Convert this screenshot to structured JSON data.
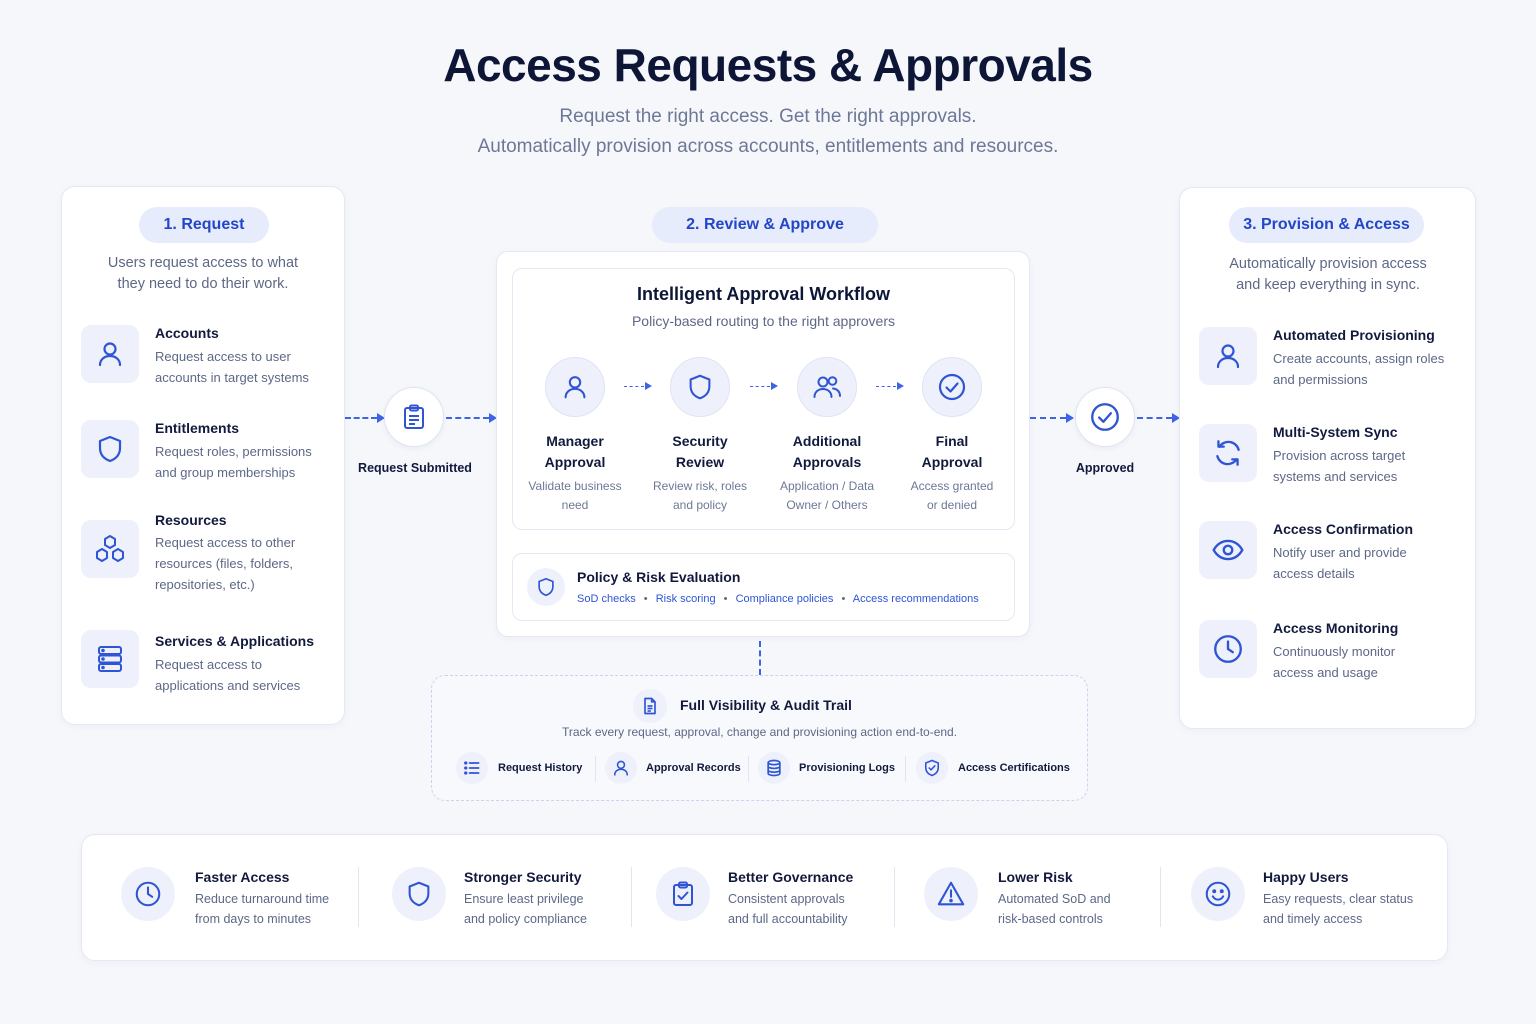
{
  "header": {
    "title": "Access Requests & Approvals",
    "subtitle_line1": "Request the right access. Get the right approvals.",
    "subtitle_line2": "Automatically provision across accounts, entitlements and resources."
  },
  "request": {
    "pill": "1. Request",
    "desc_line1": "Users request access to what",
    "desc_line2": "they need to do their work.",
    "items": [
      {
        "title": "Accounts",
        "desc_line1": "Request access to user",
        "desc_line2": "accounts in target systems",
        "desc_line3": "",
        "icon": "user-icon"
      },
      {
        "title": "Entitlements",
        "desc_line1": "Request roles, permissions",
        "desc_line2": "and group memberships",
        "desc_line3": "",
        "icon": "shield-icon"
      },
      {
        "title": "Resources",
        "desc_line1": "Request access to other",
        "desc_line2": "resources (files, folders,",
        "desc_line3": "repositories, etc.)",
        "icon": "cubes-icon"
      },
      {
        "title": "Services & Applications",
        "desc_line1": "Request access to",
        "desc_line2": "applications and services",
        "desc_line3": "",
        "icon": "server-icon"
      }
    ]
  },
  "flow": {
    "request_submitted": "Request Submitted",
    "approved": "Approved"
  },
  "review": {
    "pill": "2. Review & Approve",
    "workflow_title": "Intelligent Approval Workflow",
    "workflow_subtitle": "Policy-based routing to the right approvers",
    "steps": [
      {
        "title_line1": "Manager",
        "title_line2": "Approval",
        "desc_line1": "Validate business",
        "desc_line2": "need",
        "icon": "user-icon"
      },
      {
        "title_line1": "Security",
        "title_line2": "Review",
        "desc_line1": "Review risk, roles",
        "desc_line2": "and policy",
        "icon": "shield-icon"
      },
      {
        "title_line1": "Additional",
        "title_line2": "Approvals",
        "desc_line1": "Application / Data",
        "desc_line2": "Owner / Others",
        "icon": "users-icon"
      },
      {
        "title_line1": "Final",
        "title_line2": "Approval",
        "desc_line1": "Access granted",
        "desc_line2": "or denied",
        "icon": "check-circle-icon"
      }
    ],
    "policy": {
      "title": "Policy & Risk Evaluation",
      "tags": [
        "SoD checks",
        "Risk scoring",
        "Compliance policies",
        "Access recommendations"
      ],
      "separator": "•"
    }
  },
  "provision": {
    "pill": "3. Provision & Access",
    "desc_line1": "Automatically provision access",
    "desc_line2": "and keep everything in sync.",
    "items": [
      {
        "title": "Automated Provisioning",
        "desc_line1": "Create accounts, assign roles",
        "desc_line2": "and permissions",
        "icon": "user-icon"
      },
      {
        "title": "Multi-System Sync",
        "desc_line1": "Provision across target",
        "desc_line2": "systems and services",
        "icon": "sync-icon"
      },
      {
        "title": "Access Confirmation",
        "desc_line1": "Notify user and provide",
        "desc_line2": "access details",
        "icon": "eye-icon"
      },
      {
        "title": "Access Monitoring",
        "desc_line1": "Continuously monitor",
        "desc_line2": "access and usage",
        "icon": "clock-icon"
      }
    ]
  },
  "audit": {
    "title": "Full Visibility & Audit Trail",
    "desc": "Track every request, approval, change and provisioning action end-to-end.",
    "items": [
      {
        "label": "Request History",
        "icon": "list-icon"
      },
      {
        "label": "Approval Records",
        "icon": "user-icon"
      },
      {
        "label": "Provisioning Logs",
        "icon": "database-icon"
      },
      {
        "label": "Access Certifications",
        "icon": "shield-check-icon"
      }
    ]
  },
  "benefits": [
    {
      "title": "Faster Access",
      "desc_line1": "Reduce turnaround time",
      "desc_line2": "from days to minutes",
      "icon": "clock-icon"
    },
    {
      "title": "Stronger Security",
      "desc_line1": "Ensure least privilege",
      "desc_line2": "and policy compliance",
      "icon": "shield-icon"
    },
    {
      "title": "Better Governance",
      "desc_line1": "Consistent approvals",
      "desc_line2": "and full accountability",
      "icon": "clipboard-check-icon"
    },
    {
      "title": "Lower Risk",
      "desc_line1": "Automated SoD and",
      "desc_line2": "risk-based controls",
      "icon": "warning-icon"
    },
    {
      "title": "Happy Users",
      "desc_line1": "Easy requests, clear status",
      "desc_line2": "and timely access",
      "icon": "smile-icon"
    }
  ],
  "colors": {
    "accent": "#2346c8",
    "icon_blue": "#2f55d4",
    "title_navy": "#0d1637",
    "muted": "#6d7896",
    "background": "#f6f7fb"
  }
}
